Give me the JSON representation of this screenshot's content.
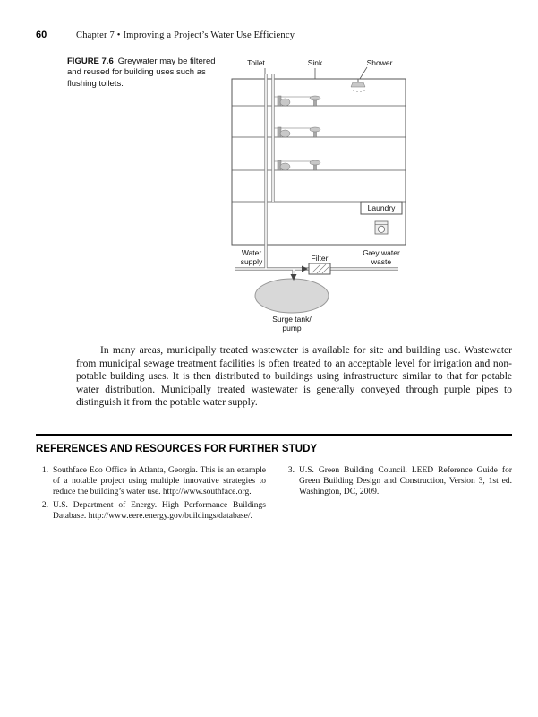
{
  "page": {
    "number": "60",
    "running_header": "Chapter 7 • Improving a Project’s Water Use Efficiency"
  },
  "figure": {
    "label": "FIGURE 7.6",
    "caption": "Greywater may be filtered and reused for building uses such as flushing toilets.",
    "diagram_labels": {
      "toilet": "Toilet",
      "sink": "Sink",
      "shower": "Shower",
      "laundry": "Laundry",
      "water_supply": [
        "Water",
        "supply"
      ],
      "filter": "Filter",
      "grey_water_waste": [
        "Grey water",
        "waste"
      ],
      "surge_tank_pump": [
        "Surge tank/",
        "pump"
      ]
    }
  },
  "body": {
    "paragraph": "In many areas, municipally treated wastewater is available for site and building use. Wastewater from municipal sewage treatment facilities is often treated to an acceptable level for irrigation and non-potable building uses. It is then distributed to buildings using infrastructure similar to that for potable water distribution. Municipally treated wastewater is generally conveyed through purple pipes to distinguish it from the potable water supply."
  },
  "references": {
    "heading": "REFERENCES AND RESOURCES FOR FURTHER STUDY",
    "items": [
      {
        "number": "1.",
        "text": "Southface Eco Office in Atlanta, Georgia. This is an example of a notable project using multiple innovative strategies to reduce the building’s water use. http://www.southface.org."
      },
      {
        "number": "2.",
        "text": "U.S. Department of Energy. High Performance Buildings Database. http://www.eere.energy.gov/buildings/database/."
      },
      {
        "number": "3.",
        "text": "U.S. Green Building Council. LEED Reference Guide for Green Building Design and Construction, Version 3, 1st ed. Washington, DC, 2009."
      }
    ]
  },
  "colors": {
    "text": "#1a1a1a",
    "rule": "#000000",
    "diagram_stroke": "#555555",
    "pipe": "#8a8a8a",
    "tank_fill": "#d8d8d8",
    "fixture_fill": "#c8c8c8"
  }
}
